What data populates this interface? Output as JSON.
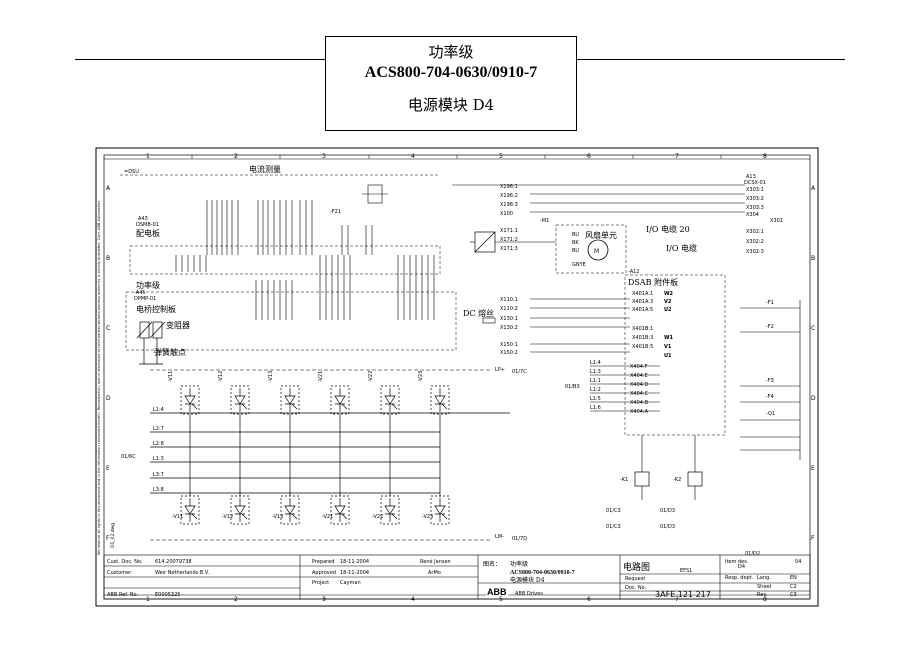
{
  "header": {
    "title_line1": "功率级",
    "title_line2": "ACS800-704-0630/0910-7",
    "title_line3": "电源模块 D4"
  },
  "schematic": {
    "annotations": {
      "current_measure": "电流测量",
      "distribution_board": "配电板",
      "power_stage": "功率级",
      "bridge_control_board": "电桥控制板",
      "varistor": "变阻器",
      "spring_contact": "弹簧触点",
      "fan_unit": "风扇单元",
      "io_cable_20": "I/O 电缆 20",
      "io_cable": "I/O 电缆",
      "dsab_board": "DSAB 附件板",
      "dc_fuse": "DC 熔丝"
    },
    "designators": {
      "dsu": "=DSU",
      "a43": "A43",
      "dsmb": "DSMB-01",
      "a45": "-A45",
      "dpmp": "DPMP-01",
      "m1": "-M1",
      "a12": "-A12",
      "a13": "A13",
      "dcsx": "DCSX-01",
      "k1": "-K1",
      "k2": "-K2",
      "f21": "-F21"
    },
    "connectors_right": [
      "X196:1",
      "X196:2",
      "X198:3",
      "X100",
      "X171:1",
      "X171:2",
      "X171:3",
      "X110:1",
      "X110:2",
      "X130:1",
      "X130:2",
      "X150:1",
      "X150:2"
    ],
    "dsab_pins": [
      "X401A:1",
      "X401A:3",
      "X401A:5",
      "X401B:1",
      "X401B:3",
      "X401B:5",
      "X404:F",
      "X404:E",
      "X404:D",
      "X404:C",
      "X404:B",
      "X404:A"
    ],
    "dcsx_pins": [
      "X303:1",
      "X303:2",
      "X303:3",
      "X304",
      "X301",
      "X302:1",
      "X302:2",
      "X302:3"
    ],
    "fan_terms": [
      "BU",
      "BK",
      "BU",
      "GNYE"
    ],
    "phase_labels": [
      "L1:4",
      "L1:3",
      "L2:7",
      "L2:8",
      "L3:7",
      "L3:8"
    ],
    "supply_labels": [
      "L1:4",
      "L1:3",
      "L1:1",
      "L1:2",
      "L1:5",
      "L1:6"
    ],
    "signal_labels": [
      "W2",
      "V2",
      "U2",
      "W1",
      "V1",
      "U1"
    ],
    "bus_labels": [
      "LP+",
      "01/7C",
      "01/7D",
      "LM-",
      "01/B3",
      "01/6C"
    ],
    "thyristors_top": [
      "-V11",
      "-V12",
      "-V13",
      "-V21",
      "-V22",
      "-V23"
    ],
    "thyristors_bottom": [
      "-V11",
      "-V12",
      "-V13",
      "-V21",
      "-V22",
      "-V23"
    ],
    "contacts": [
      "-F1",
      "-F2",
      "-F3",
      "-F4",
      "-Q1"
    ],
    "relay_pins": [
      "01/C3",
      "01/D3",
      "01/C3",
      "01/D3",
      "01/D2"
    ]
  },
  "title_block": {
    "cust_doc_label": "Cust. Doc. No.",
    "cust_doc_value": "614.20079738",
    "customer_label": "Customer",
    "customer_value": "Weir Netherlands B.V.",
    "abb_ref_label": "ABB Ref. No.",
    "abb_ref_value": "E0005325",
    "prepared_label": "Prepared",
    "prepared_date": "18-11-2004",
    "prepared_by": "René Jansen",
    "approved_label": "Approved",
    "approved_date": "18-11-2004",
    "approved_by": "ArMo",
    "project_label": "Project",
    "project_value": "Cayman",
    "drawing_name_label": "图名：",
    "drawing_name_1": "功率级",
    "drawing_name_2": "ACS800-704-0630/0910-7",
    "drawing_name_3": "电源模块 D4",
    "company": "ABB Drives",
    "diagram_title": "电路图",
    "efs": "EFS1",
    "item_label": "Item des.",
    "item_value": "D4",
    "resp_dept_label": "Resp. dept.",
    "request_label": "Request",
    "doc_no_label": "Doc. No.",
    "doc_no_value": "3AFE 121 217",
    "lang_label": "Lang.",
    "lang_value": "EN",
    "sheet_label": "Sheet",
    "sheet_value": "C2",
    "rev_label": "Rev.",
    "rev_value": "C3",
    "sht_no": "04"
  },
  "grid": {
    "columns": [
      "1",
      "2",
      "3",
      "4",
      "5",
      "6",
      "7",
      "8"
    ],
    "rows": [
      "A",
      "B",
      "C",
      "D",
      "E",
      "F"
    ]
  },
  "side_notes": {
    "copyright": "We reserve all rights in this document and in the information contained therein. Reproduction, use or disclosure to third parties without express authority is strictly forbidden. Copr. ABB Automation",
    "pdf_label": "D1_02.dwg"
  }
}
